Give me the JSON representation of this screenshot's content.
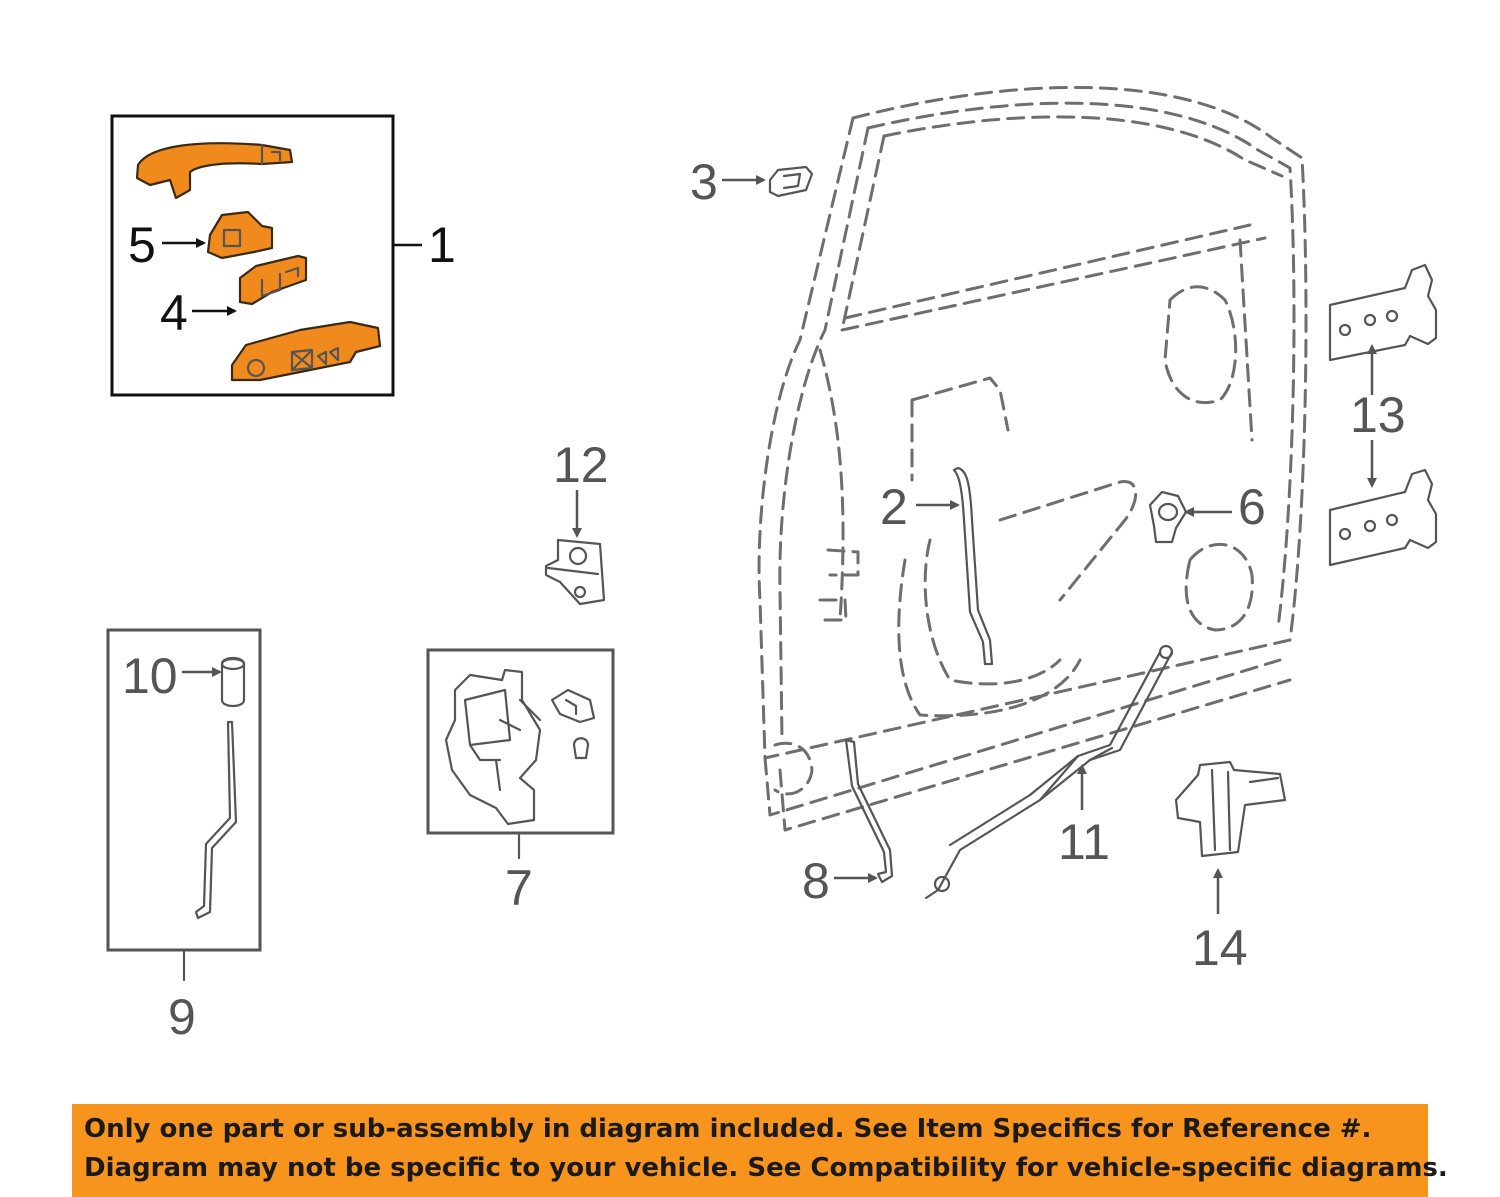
{
  "callouts": {
    "c1": "1",
    "c2": "2",
    "c3": "3",
    "c4": "4",
    "c5": "5",
    "c6": "6",
    "c7": "7",
    "c8": "8",
    "c9": "9",
    "c10": "10",
    "c11": "11",
    "c12": "12",
    "c13": "13",
    "c14": "14"
  },
  "banner": {
    "line1": "Only one part or sub-assembly in diagram included. See Item Specifics for Reference #.",
    "line2": "Diagram may not be specific to your vehicle. See Compatibility for vehicle-specific diagrams."
  },
  "colors": {
    "highlight_part": "#f08a1c",
    "banner_background": "#f7941d",
    "callout_text": "#555555"
  }
}
